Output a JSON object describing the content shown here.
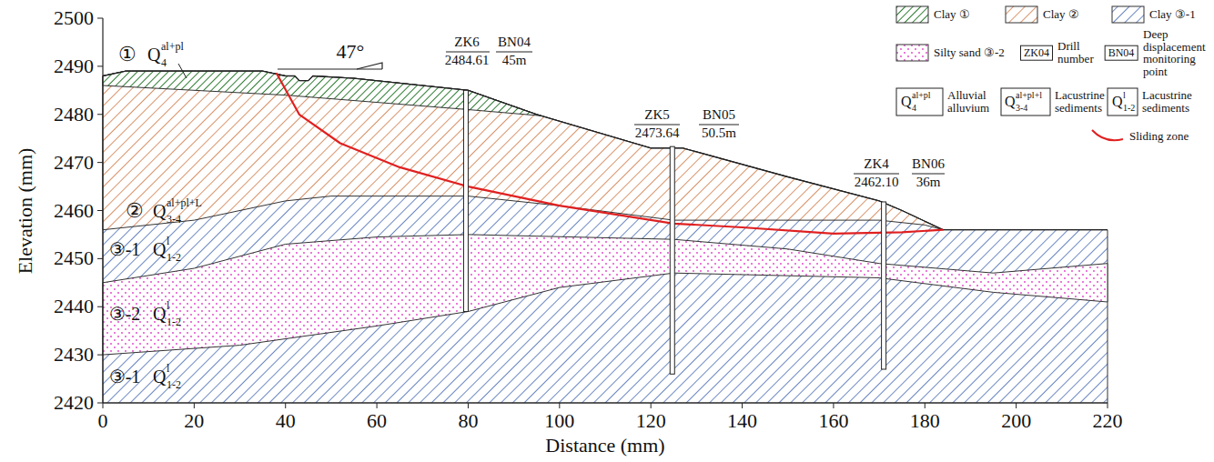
{
  "diagram": {
    "labels": [
      "2500",
      "2490",
      "2480",
      "2470",
      "2460",
      "2450",
      "2440",
      "2430",
      "2420",
      "0",
      "20",
      "40",
      "60",
      "80",
      "100",
      "120",
      "140",
      "160",
      "180",
      "200",
      "220",
      "Elevation (mm)",
      "Distance (mm)",
      "47°",
      "①",
      "Q",
      "4",
      "al+pl",
      "②",
      "Q",
      "3-4",
      "al+pl+L",
      "③-1",
      "Q",
      "1-2",
      "l",
      "③-2",
      "Q",
      "1-2",
      "l",
      "③-1",
      "Q",
      "1-2",
      "l",
      "ZK6",
      "2484.61",
      "BN04",
      "45m",
      "ZK5",
      "2473.64",
      "BN05",
      "50.5m",
      "ZK4",
      "2462.10",
      "BN06",
      "36m",
      "ZK04",
      "BN04",
      "Q",
      "4",
      "al+pl",
      "Q",
      "3-4",
      "al+pl+l",
      "Q",
      "1-2",
      "l"
    ],
    "legend": [
      {
        "text": "Clay ①"
      },
      {
        "text": "Clay ②"
      },
      {
        "text": "Clay ③-1"
      },
      {
        "text": "Silty sand ③-2"
      },
      {
        "text": "Drill number"
      },
      {
        "text": "Deep displacement monitoring point"
      },
      {
        "text": "Alluvial alluvium"
      },
      {
        "text": "Lacustrine sediments"
      },
      {
        "text": "Lacustrine sediments"
      },
      {
        "text": "Sliding zone"
      }
    ]
  }
}
